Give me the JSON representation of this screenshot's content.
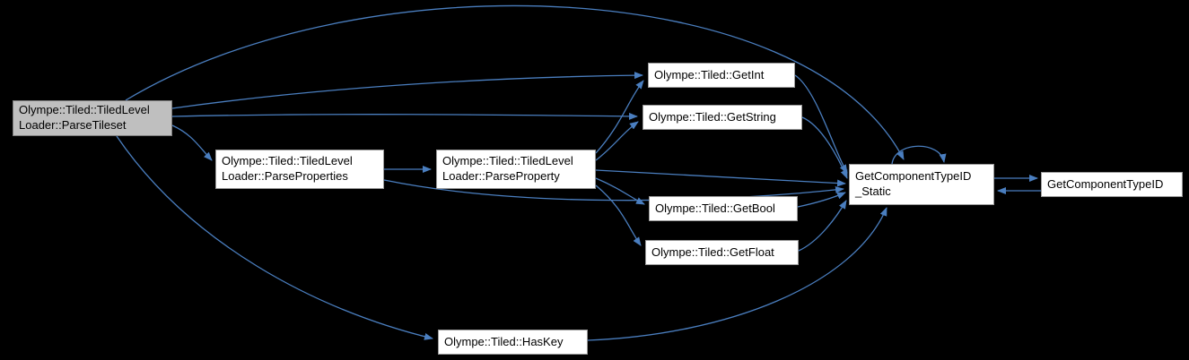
{
  "diagram": {
    "type": "call-graph",
    "nodes": {
      "parse_tileset": {
        "line1": "Olympe::Tiled::TiledLevel",
        "line2": "Loader::ParseTileset",
        "highlighted": true
      },
      "parse_properties": {
        "line1": "Olympe::Tiled::TiledLevel",
        "line2": "Loader::ParseProperties"
      },
      "parse_property": {
        "line1": "Olympe::Tiled::TiledLevel",
        "line2": "Loader::ParseProperty"
      },
      "get_int": {
        "label": "Olympe::Tiled::GetInt"
      },
      "get_string": {
        "label": "Olympe::Tiled::GetString"
      },
      "get_bool": {
        "label": "Olympe::Tiled::GetBool"
      },
      "get_float": {
        "label": "Olympe::Tiled::GetFloat"
      },
      "has_key": {
        "label": "Olympe::Tiled::HasKey"
      },
      "get_component_type_id_static": {
        "line1": "GetComponentTypeID",
        "line2": "_Static"
      },
      "get_component_type_id": {
        "label": "GetComponentTypeID"
      }
    },
    "edges": [
      {
        "from": "ParseTileset",
        "to": "ParseProperties"
      },
      {
        "from": "ParseTileset",
        "to": "GetInt"
      },
      {
        "from": "ParseTileset",
        "to": "GetString"
      },
      {
        "from": "ParseTileset",
        "to": "HasKey"
      },
      {
        "from": "ParseTileset",
        "to": "GetComponentTypeID_Static"
      },
      {
        "from": "ParseProperties",
        "to": "ParseProperty"
      },
      {
        "from": "ParseProperties",
        "to": "GetComponentTypeID_Static"
      },
      {
        "from": "ParseProperty",
        "to": "GetInt"
      },
      {
        "from": "ParseProperty",
        "to": "GetString"
      },
      {
        "from": "ParseProperty",
        "to": "GetBool"
      },
      {
        "from": "ParseProperty",
        "to": "GetFloat"
      },
      {
        "from": "ParseProperty",
        "to": "GetComponentTypeID_Static"
      },
      {
        "from": "GetInt",
        "to": "GetComponentTypeID_Static"
      },
      {
        "from": "GetString",
        "to": "GetComponentTypeID_Static"
      },
      {
        "from": "GetBool",
        "to": "GetComponentTypeID_Static"
      },
      {
        "from": "GetFloat",
        "to": "GetComponentTypeID_Static"
      },
      {
        "from": "HasKey",
        "to": "GetComponentTypeID_Static"
      },
      {
        "from": "GetComponentTypeID_Static",
        "to": "GetComponentTypeID_Static"
      },
      {
        "from": "GetComponentTypeID_Static",
        "to": "GetComponentTypeID"
      },
      {
        "from": "GetComponentTypeID",
        "to": "GetComponentTypeID_Static"
      }
    ],
    "colors": {
      "background": "#000000",
      "edge": "#4a7ebf",
      "node_fill": "#ffffff",
      "node_border": "#9a9a9a",
      "highlight_fill": "#bfbfbf",
      "text": "#000000"
    }
  }
}
